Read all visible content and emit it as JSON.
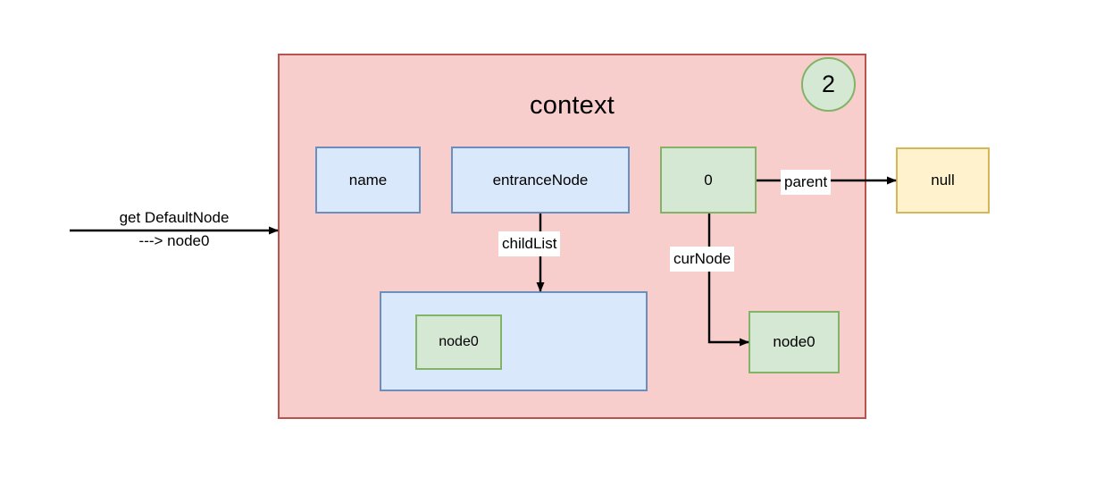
{
  "diagram": {
    "title": "context",
    "step_badge": "2",
    "colors": {
      "container_fill": "#f8cecc",
      "container_border": "#b85450",
      "blue_fill": "#dae8fc",
      "blue_border": "#6c8ebf",
      "green_fill": "#d5e8d4",
      "green_border": "#82b366",
      "yellow_fill": "#fff2cc",
      "yellow_border": "#d6b656",
      "label_bg": "#ffffff",
      "stroke": "#000000"
    },
    "incoming_arrow": {
      "caption_line1": "get DefaultNode",
      "caption_line2": "---> node0"
    },
    "fields": {
      "name": "name",
      "entrance_node": "entranceNode",
      "index": "0",
      "null_value": "null"
    },
    "edges": {
      "parent": "parent",
      "child_list": "childList",
      "cur_node": "curNode"
    },
    "nodes": {
      "child_list_item": "node0",
      "cur_node_target": "node0"
    }
  }
}
